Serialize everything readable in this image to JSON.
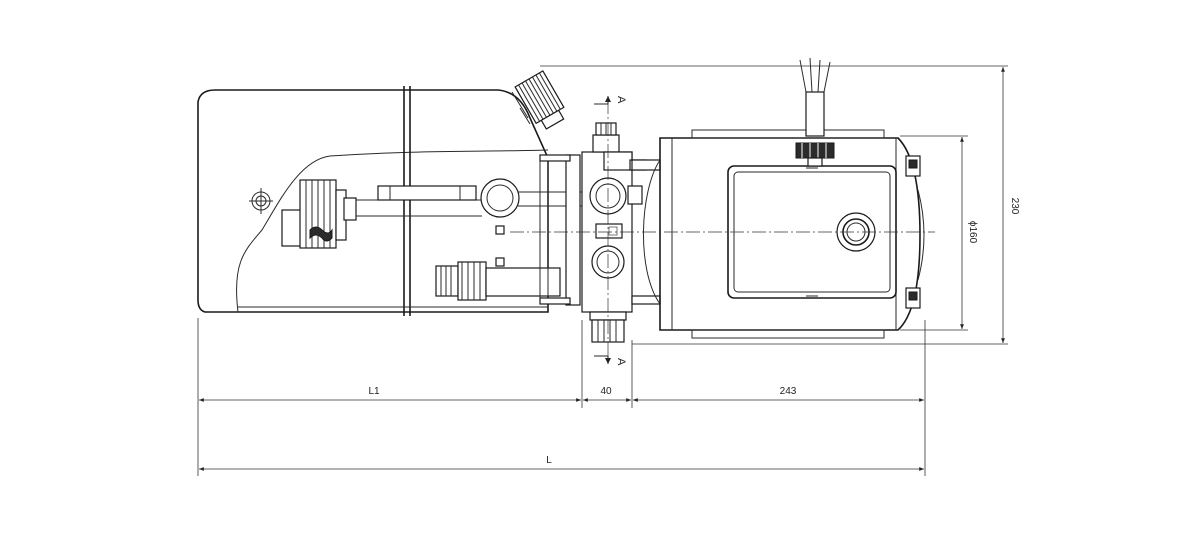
{
  "dimensions": {
    "l1": "L1",
    "valve_block": "40",
    "motor": "243",
    "total": "L",
    "height": "230",
    "diameter": "ϕ160"
  },
  "section_marks": {
    "top": "A",
    "bottom": "A"
  }
}
